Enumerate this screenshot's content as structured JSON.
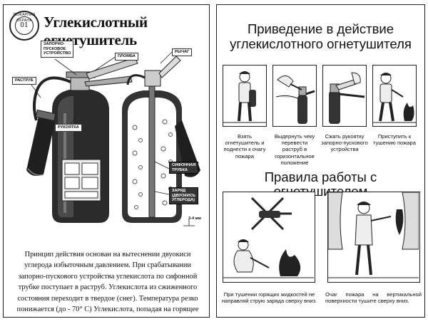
{
  "left": {
    "emblem_text": "ПОЖАРНАЯ ОХРАНА",
    "emblem_center": "01",
    "title": "Углекислотный огнетушитель",
    "callouts": {
      "valve": "ЗАПОРНО-\nПУСКОВОЕ\nУСТРОЙСТВО",
      "seal": "ПЛОМБА",
      "lever": "РЫЧАГ",
      "horn": "РАСТРУБ",
      "handle": "РУКОЯТКА",
      "siphon": "СИФОННАЯ\nТРУБКА",
      "charge": "ЗАРЯД\n(ДВУОКИСЬ\nУГЛЕРОДА)",
      "gap": "3-4 мм"
    },
    "description": "Принцип действия основан на вытеснении двуокиси углерода избыточным давлением. При срабатывании запорно-пускового устройства углекислота по сифонной трубке поступает в раструб. Углекислота из сжиженного состояния переходит в твердое (снег). Температура резко понижается (до - 70° С) Углекислота, попадая на горящее вещество, изолирует его от кислорода и охлаждает очаг пожара."
  },
  "right": {
    "title_line1": "Приведение в действие",
    "title_line2": "углекислотного огнетушителя",
    "steps": [
      {
        "caption": "Взять огнетушитель и поднести к очагу пожара"
      },
      {
        "caption": "Выдернуть чеку перевести раструб в горизонтальное положение"
      },
      {
        "caption": "Сжать рукоятку запорно-пускового устройства"
      },
      {
        "caption": "Приступить к тушению пожара"
      }
    ],
    "rules_title": "Правила работы с огнетушителем",
    "rules": [
      {
        "caption": "При тушении горящих жидкостей не направляй струю заряда сверху вниз."
      },
      {
        "caption": "Очаг пожара на вертикальной поверхности тушите сверху вниз."
      }
    ]
  }
}
